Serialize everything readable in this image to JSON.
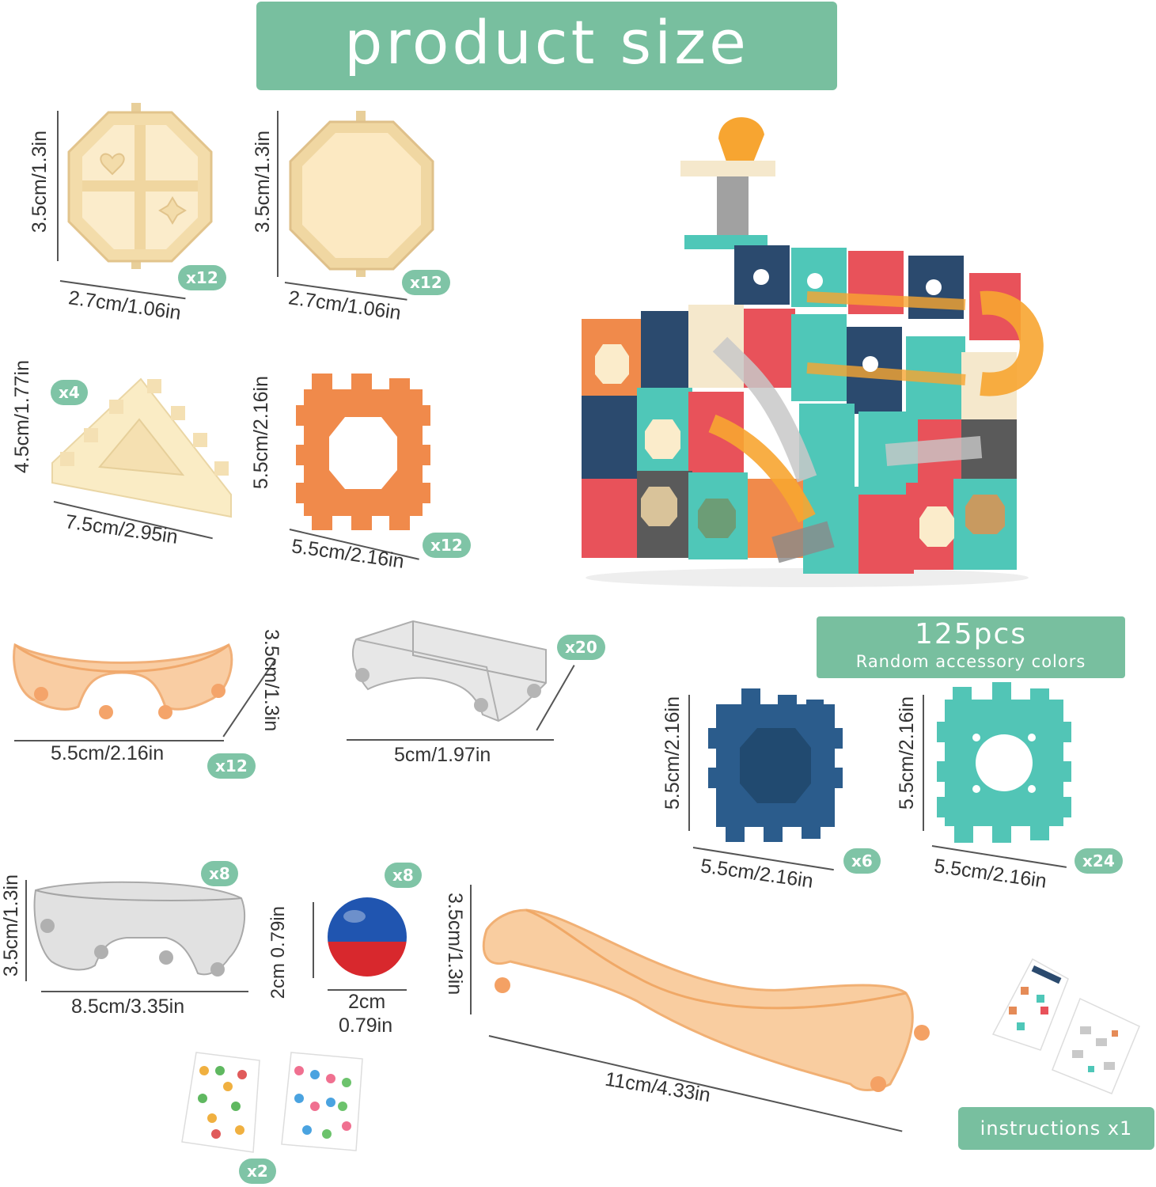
{
  "title": "product size",
  "colors": {
    "accent": "#78bf9f",
    "orange": "#f08a4b",
    "navy": "#2b4a6e",
    "teal": "#4fc7b8",
    "cream": "#f5deb0"
  },
  "info_box": {
    "count": "125pcs",
    "note": "Random accessory colors"
  },
  "pieces": {
    "window_panel": {
      "height": "3.5cm/1.3in",
      "width": "2.7cm/1.06in",
      "qty": "x12"
    },
    "plain_panel": {
      "height": "3.5cm/1.3in",
      "width": "2.7cm/1.06in",
      "qty": "x12"
    },
    "triangle": {
      "height": "4.5cm/1.77in",
      "width": "7.5cm/2.95in",
      "qty": "x4"
    },
    "orange_gear": {
      "height": "5.5cm/2.16in",
      "width": "5.5cm/2.16in",
      "qty": "x12"
    },
    "orange_curve": {
      "height": "3.5cm/1.3in",
      "width": "5.5cm/2.16in",
      "qty": "x12"
    },
    "clear_straight": {
      "width": "5cm/1.97in",
      "qty": "x20"
    },
    "navy_gear": {
      "height": "5.5cm/2.16in",
      "width": "5.5cm/2.16in",
      "qty": "x6"
    },
    "teal_gear": {
      "height": "5.5cm/2.16in",
      "width": "5.5cm/2.16in",
      "qty": "x24"
    },
    "clear_curve": {
      "height": "3.5cm/1.3in",
      "width": "8.5cm/3.35in",
      "qty": "x8"
    },
    "ball": {
      "height": "2cm\n0.79in",
      "width_cm": "2cm",
      "width_in": "0.79in",
      "qty": "x8"
    },
    "long_track": {
      "height": "3.5cm/1.3in",
      "width": "11cm/4.33in"
    },
    "stickers": {
      "qty": "x2"
    }
  },
  "instructions": "instructions x1"
}
